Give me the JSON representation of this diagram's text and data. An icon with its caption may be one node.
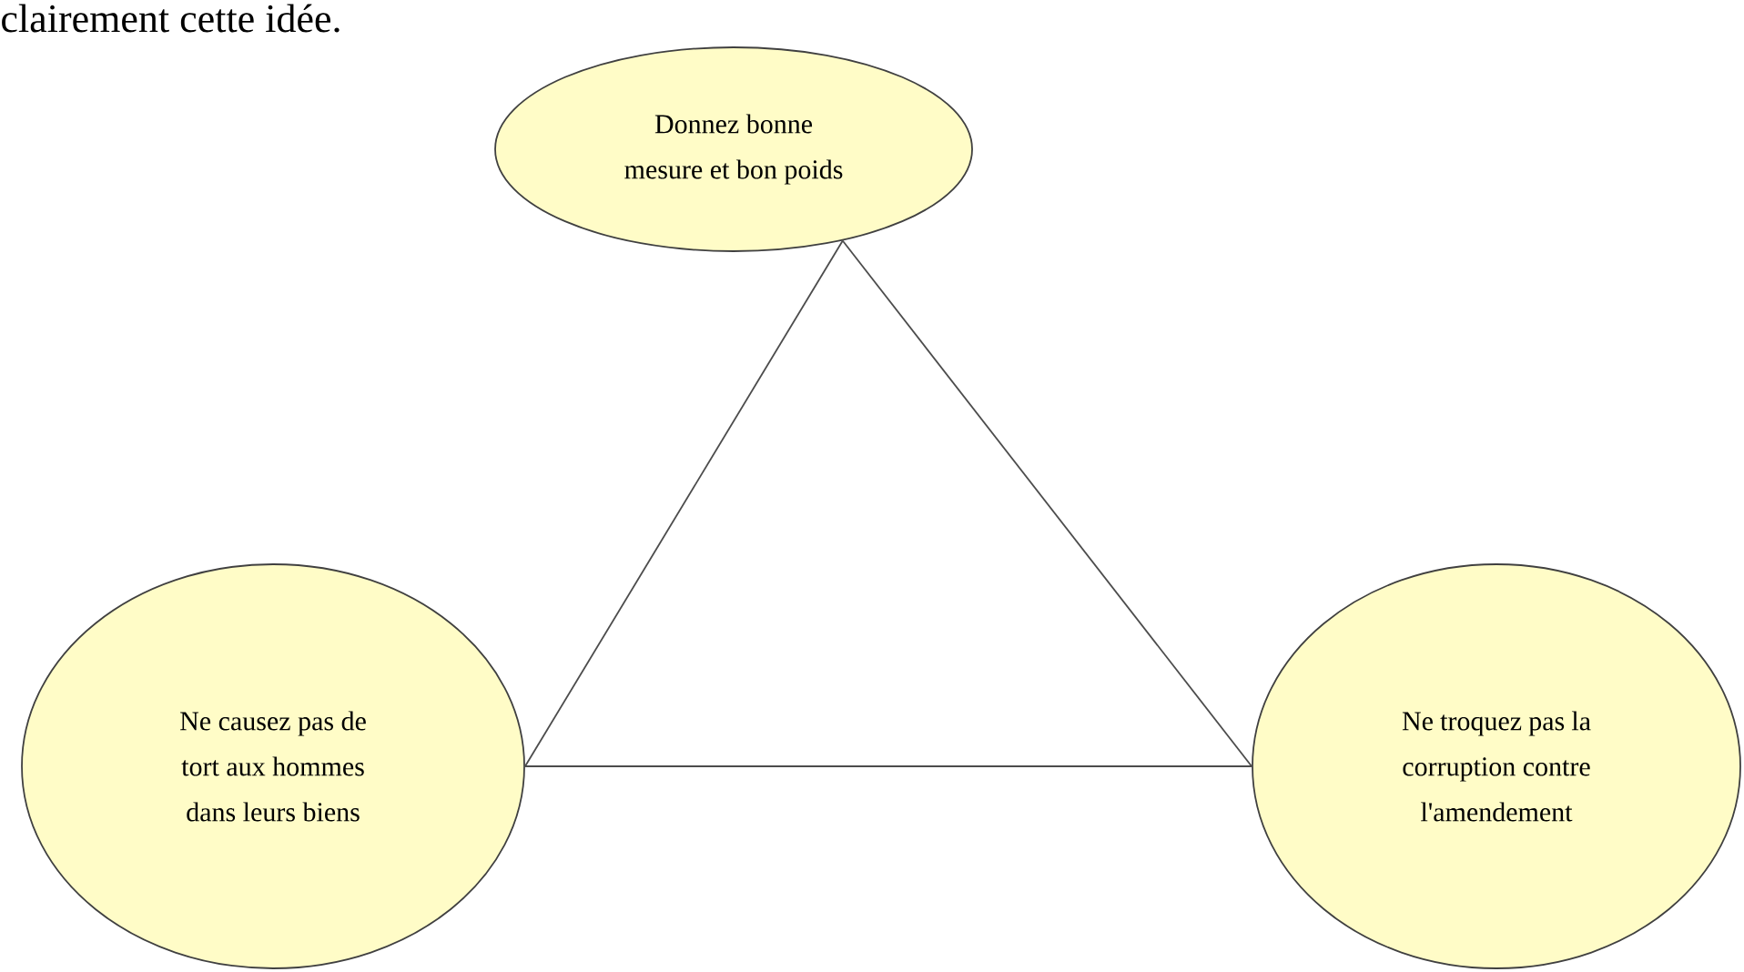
{
  "diagram": {
    "nodes": [
      {
        "text": [
          "Donnez bonne mesure et bon poids"
        ]
      },
      {
        "text": [
          "Ne causez pas de tort aux hommes dans leurs biens"
        ]
      },
      {
        "text": [
          "Ne troquez pas la corruption contre l'amendement"
        ]
      }
    ],
    "edges": [
      {
        "from": 0,
        "to": 1,
        "arrow": "none"
      },
      {
        "from": 0,
        "to": 2,
        "arrow": "none"
      },
      {
        "from": 1,
        "to": 2,
        "arrow": "none"
      }
    ],
    "labels": [
      "clairement cette idée."
    ]
  }
}
